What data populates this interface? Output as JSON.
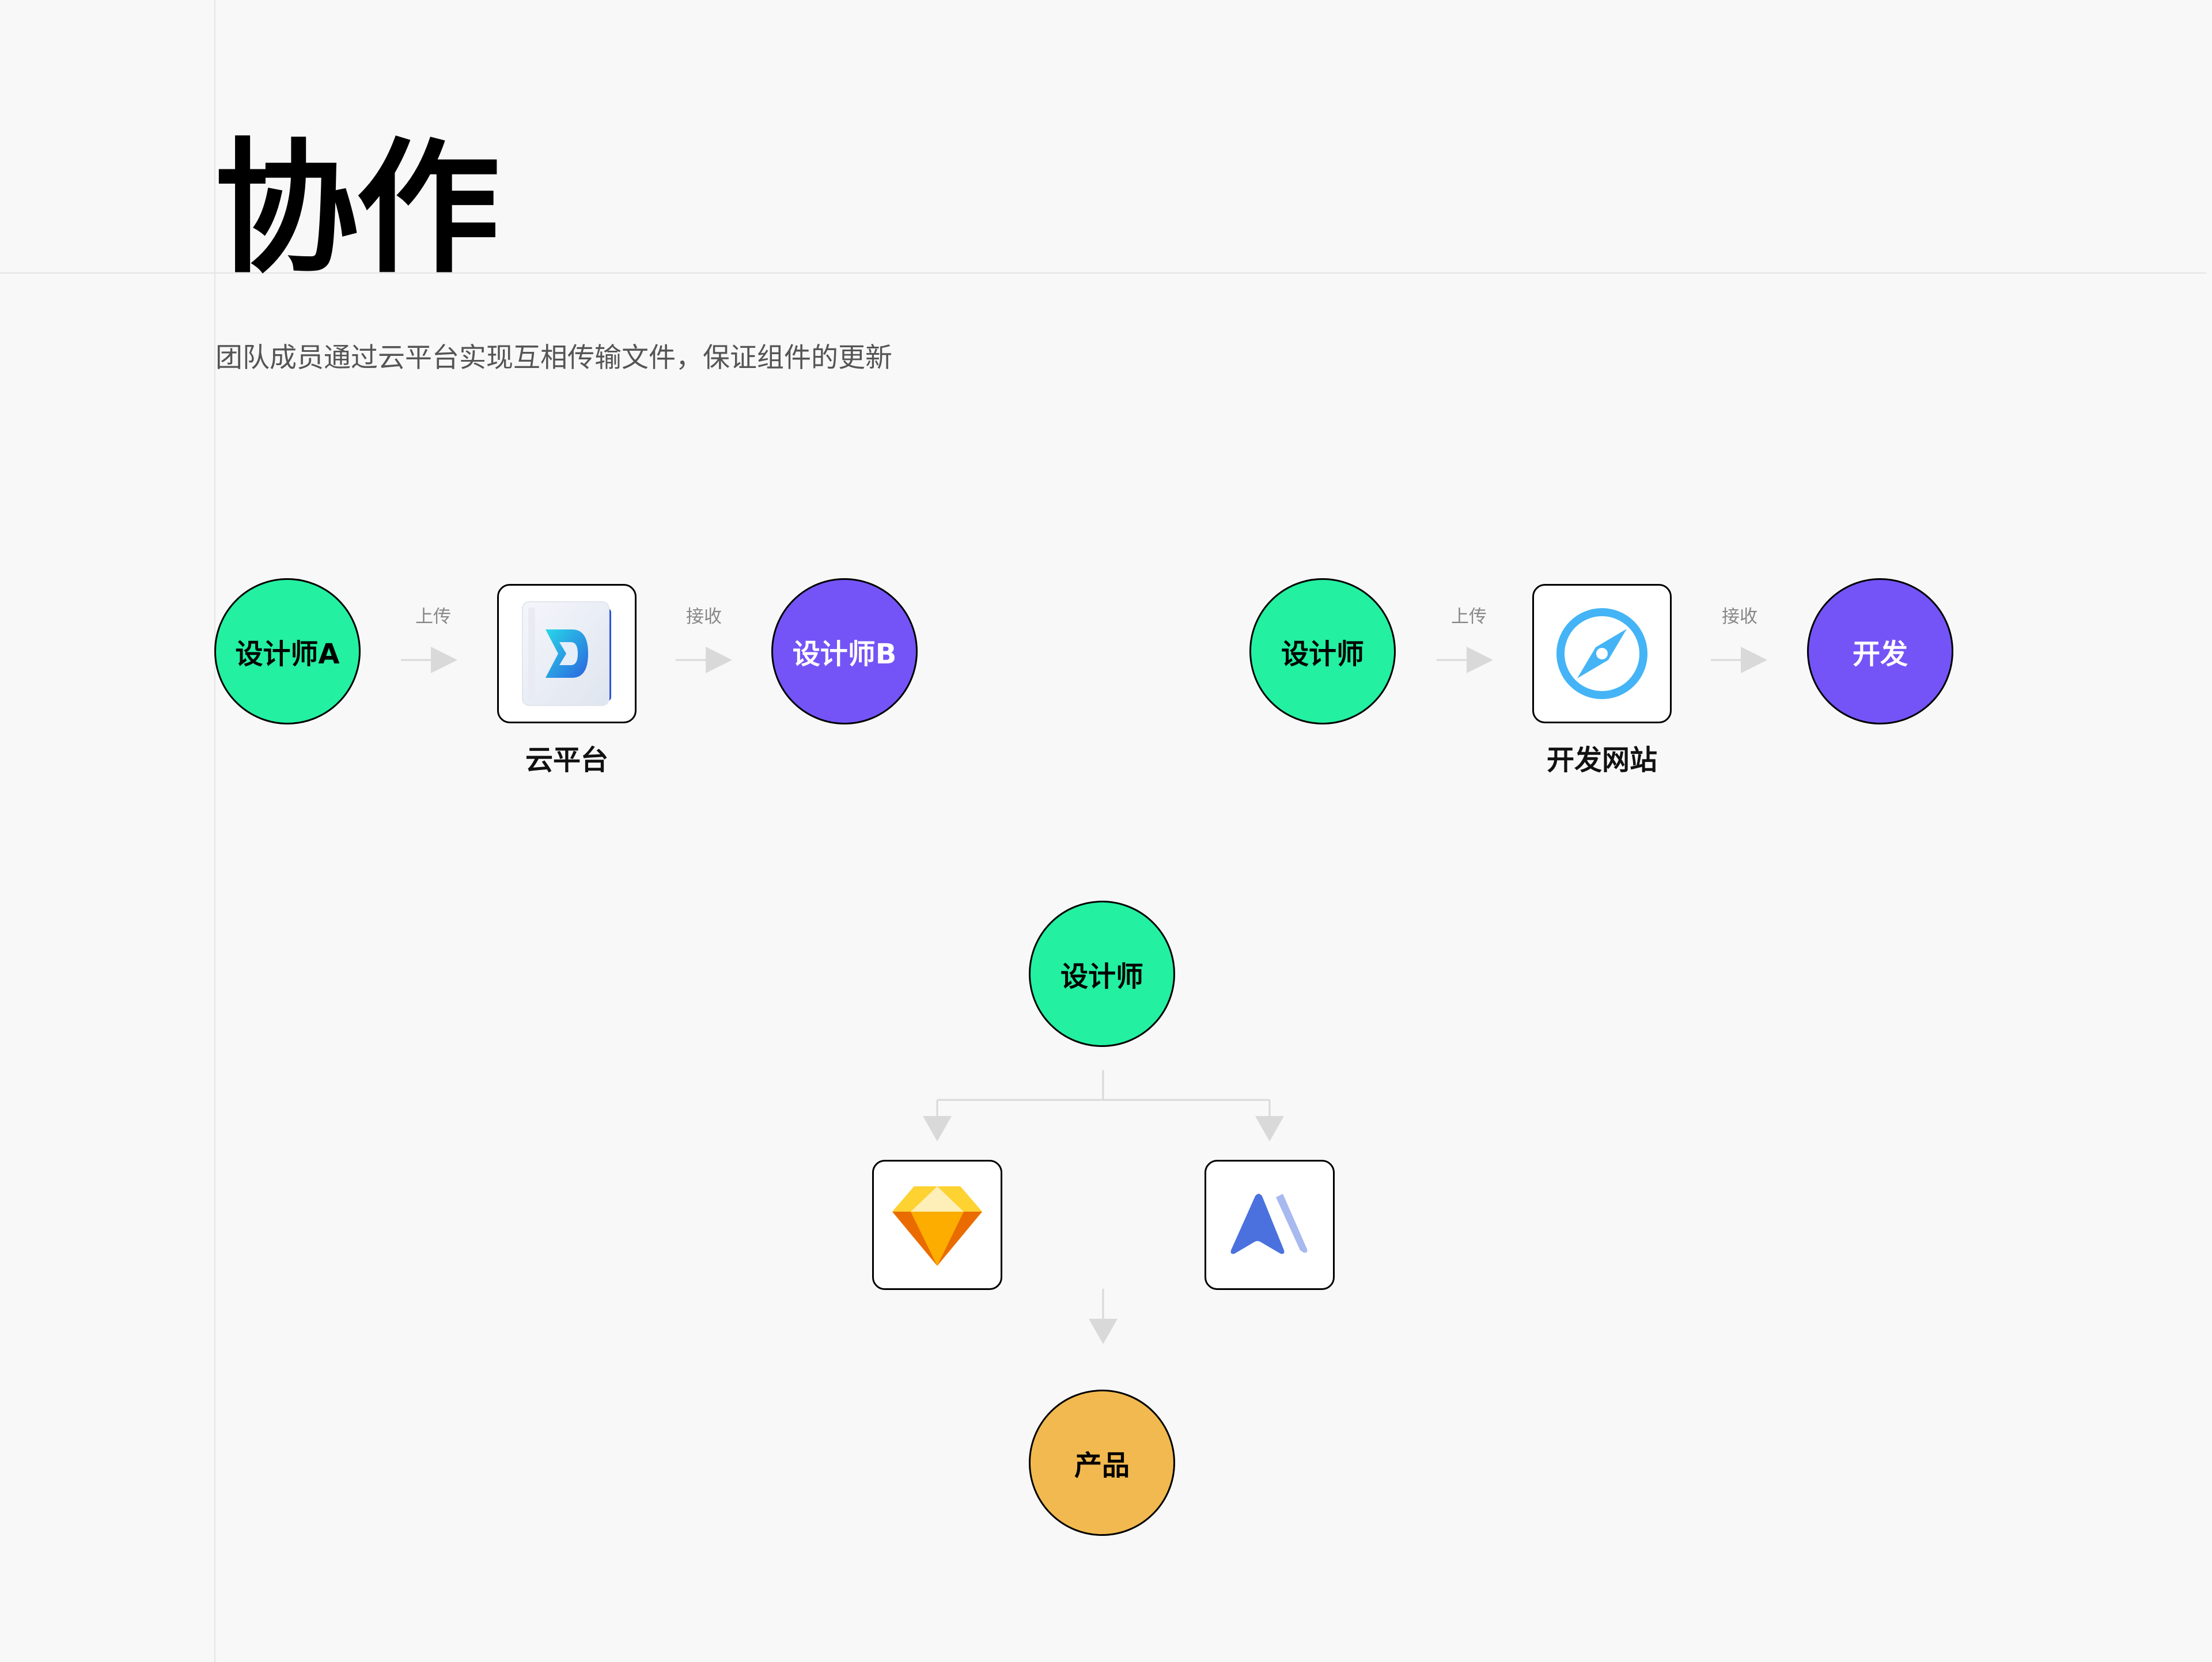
{
  "page": {
    "title": "协作",
    "subtitle": "团队成员通过云平台实现互相传输文件，保证组件的更新"
  },
  "flow_a": {
    "source": "设计师A",
    "upload_label": "上传",
    "platform_icon": "cloud-platform-app-icon",
    "platform": "云平台",
    "receive_label": "接收",
    "target": "设计师B"
  },
  "flow_b": {
    "source": "设计师",
    "upload_label": "上传",
    "platform_icon": "compass-icon",
    "platform": "开发网站",
    "receive_label": "接收",
    "target": "开发"
  },
  "flow_c": {
    "source": "设计师",
    "tool_left_icon": "sketch-diamond-icon",
    "tool_right_icon": "design-tool-logo-icon",
    "result": "产品"
  },
  "colors": {
    "designer": "#23f0a1",
    "receiver": "#7454f7",
    "product": "#f1b94f",
    "connector": "#d9d9d9"
  }
}
